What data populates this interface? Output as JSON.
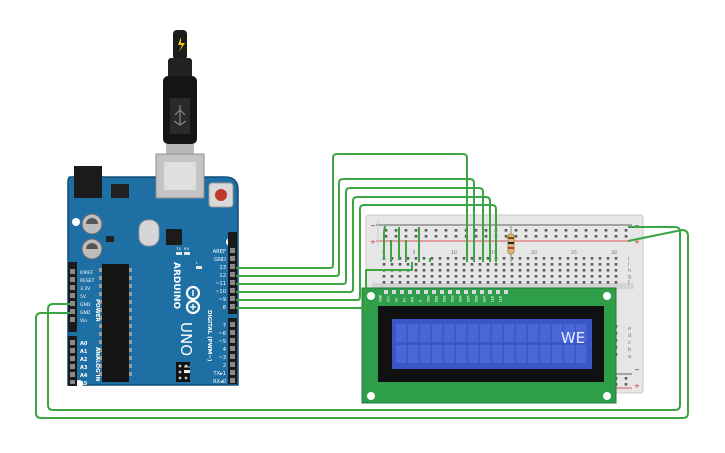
{
  "board": {
    "brand": "ARDUINO",
    "model": "UNO",
    "power_section": "POWER",
    "analog_section": "ANALOG IN",
    "digital_section": "DIGITAL (PWM~)",
    "header_top": [
      "AREF",
      "GND",
      "13",
      "12",
      "~11",
      "~10",
      "~9",
      "8"
    ],
    "header_bottom": [
      "7",
      "~6",
      "~5",
      "4",
      "~3",
      "2",
      "TX▸1",
      "RX◂0"
    ],
    "power_pins": [
      "IOREF",
      "RESET",
      "3.3V",
      "5V",
      "GND",
      "GND",
      "Vin"
    ],
    "analog_pins": [
      "A0",
      "A1",
      "A2",
      "A3",
      "A4",
      "A5"
    ],
    "leds": [
      "TX",
      "RX",
      "L",
      "ON"
    ]
  },
  "breadboard": {
    "column_numbers": [
      "1",
      "5",
      "10",
      "15",
      "20",
      "25",
      "30"
    ],
    "row_letters": [
      "a",
      "b",
      "c",
      "d",
      "e",
      "f",
      "g",
      "h",
      "i",
      "j"
    ],
    "rail_symbols": [
      "−",
      "+"
    ]
  },
  "lcd": {
    "display_text": "WE",
    "pin_labels": [
      "GND",
      "VCC",
      "V0",
      "RS",
      "RW",
      "E",
      "DB0",
      "DB1",
      "DB2",
      "DB3",
      "DB4",
      "DB5",
      "DB6",
      "DB7",
      "LED",
      "LED"
    ]
  },
  "colors": {
    "board": "#1d6fa4",
    "breadboard": "#e6e6e6",
    "lcd_pcb": "#2e9e4a",
    "lcd_screen": "#3b56c9",
    "wire": "#3aa542",
    "rail_red": "#d9262b"
  }
}
